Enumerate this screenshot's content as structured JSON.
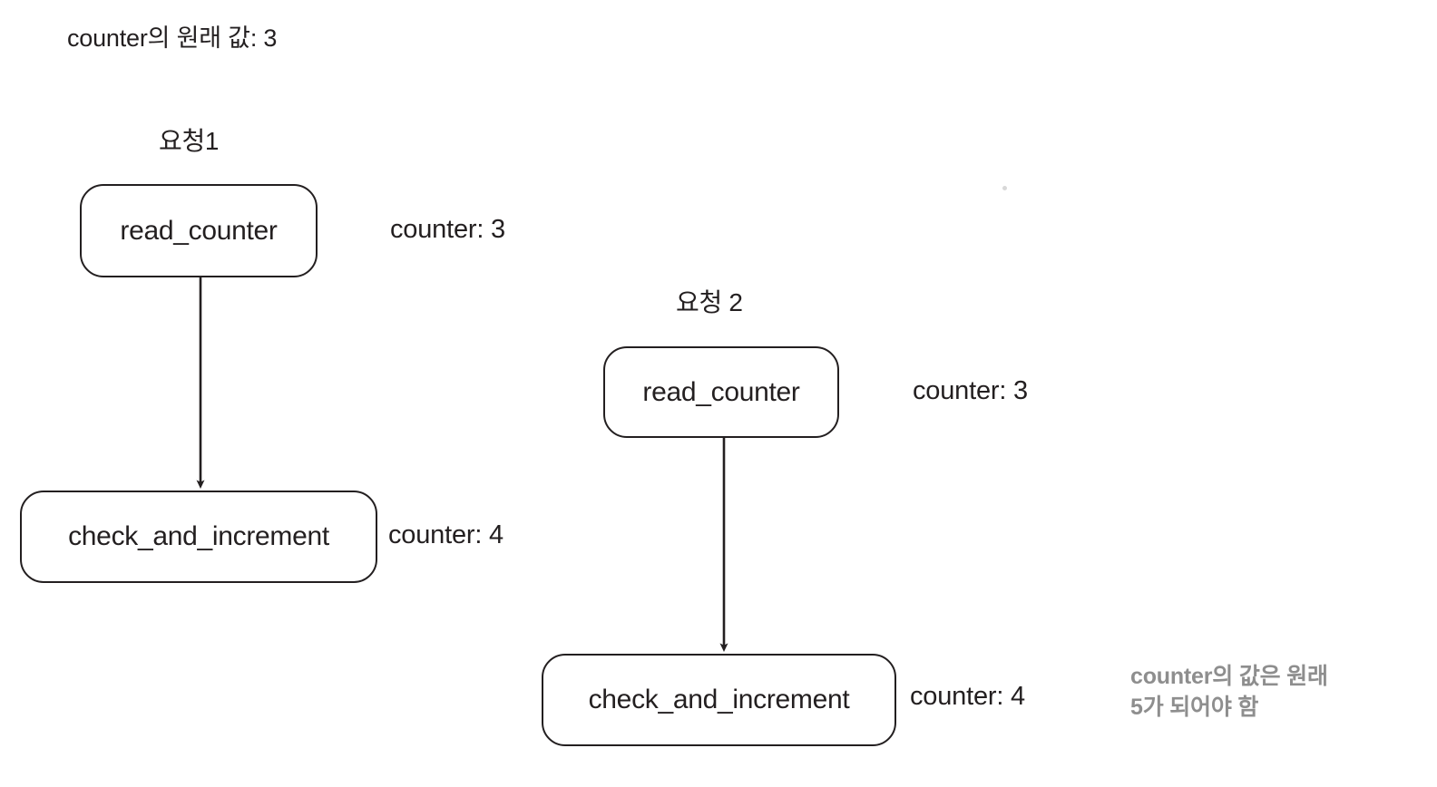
{
  "diagram": {
    "top_caption": "counter의 원래 값: 3",
    "lanes": [
      {
        "title": "요청1",
        "steps": [
          {
            "node_label": "read_counter",
            "state_label": "counter: 3"
          },
          {
            "node_label": "check_and_increment",
            "state_label": "counter: 4"
          }
        ]
      },
      {
        "title": "요청 2",
        "steps": [
          {
            "node_label": "read_counter",
            "state_label": "counter: 3"
          },
          {
            "node_label": "check_and_increment",
            "state_label": "counter: 4"
          }
        ]
      }
    ],
    "note": {
      "line1": "counter의 값은 원래",
      "line2": "5가 되어야 함"
    },
    "colors": {
      "stroke": "#231f20",
      "text": "#231f20",
      "note_text": "#8e8e8e",
      "background": "#ffffff"
    }
  }
}
